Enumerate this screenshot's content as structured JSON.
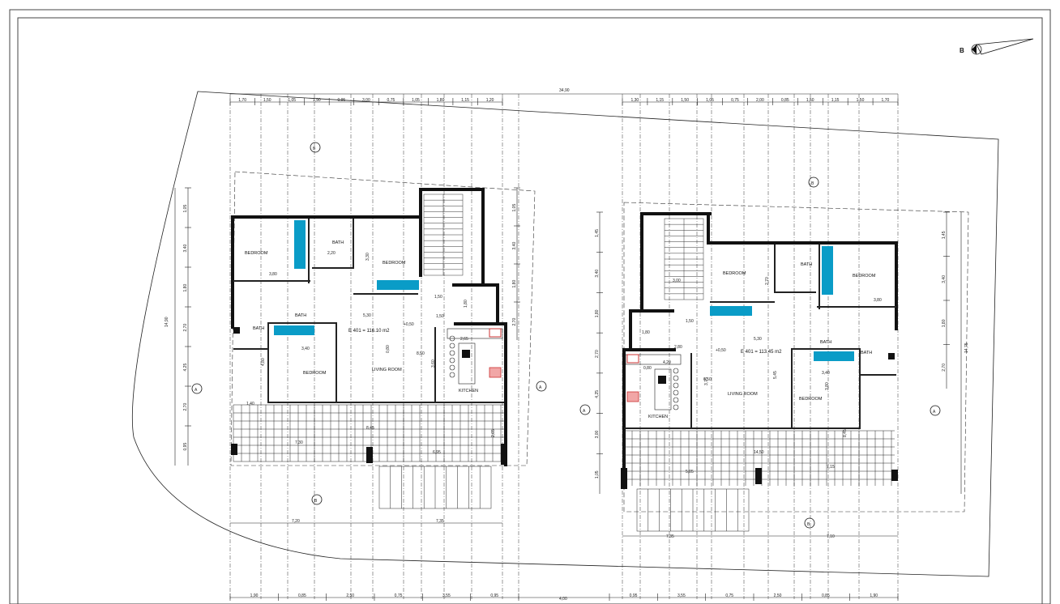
{
  "north_arrow": {
    "letter": "B"
  },
  "top_total_dim": "34,90",
  "plans": {
    "left": {
      "area": "E 401 = 116.10 m2",
      "rooms": {
        "bedroom_1": "BEDROOM",
        "bedroom_2": "BEDROOM",
        "bedroom_3": "BEDROOM",
        "bath_1": "BATH",
        "bath_2": "BATH",
        "bath_3": "BATH",
        "living": "LIVING ROOM",
        "kitchen": "KITCHEN"
      },
      "top_dims": [
        "1,70",
        "1,50",
        "1,05",
        "1,90",
        "0,95",
        "3,00",
        "0,75",
        "1,05",
        "1,80",
        "1,15",
        "1,20"
      ],
      "bottom_dims": [
        "1,90",
        "0,85",
        "2,50",
        "0,75",
        "3,55",
        "0,95"
      ],
      "side_dims": [
        "1,05",
        "3,40",
        "1,80",
        "2,70",
        "4,25",
        "2,70",
        "0,95"
      ],
      "total_side": "14,90",
      "inner_dims": [
        "3,80",
        "3,30",
        "2,20",
        "5,30",
        "1,50",
        "1,50",
        "1,80",
        "2,65",
        "8,50",
        "3,40",
        "4,80",
        "3,60",
        "0,80",
        "1,40",
        "7,30",
        "8,45",
        "6,95",
        "7,20",
        "7,35",
        "2,65"
      ],
      "level": "+0,50",
      "section_a": "A",
      "section_b": "B"
    },
    "right": {
      "area": "E 401 = 113.45 m2",
      "rooms": {
        "bedroom_1": "BEDROOM",
        "bedroom_2": "BEDROOM",
        "bedroom_3": "BEDROOM",
        "bath_1": "BATH",
        "bath_2": "BATH",
        "bath_3": "BATH",
        "living": "LIVING ROOM",
        "kitchen": "KITCHEN"
      },
      "top_dims": [
        "1,30",
        "1,15",
        "1,50",
        "1,05",
        "0,75",
        "2,00",
        "0,85",
        "1,50",
        "1,15",
        "1,50",
        "1,70"
      ],
      "bottom_dims": [
        "0,95",
        "3,55",
        "0,75",
        "2,50",
        "0,85",
        "1,90"
      ],
      "side_dims": [
        "1,45",
        "3,40",
        "1,80",
        "2,70",
        "4,25",
        "3,00",
        "1,05"
      ],
      "total_side": "14,75",
      "inner_dims": [
        "3,00",
        "2,80",
        "3,80",
        "2,70",
        "5,30",
        "1,50",
        "1,80",
        "6,50",
        "5,45",
        "3,40",
        "3,80",
        "4,20",
        "0,80",
        "8,45",
        "7,15",
        "14,50",
        "7,35",
        "7,10",
        "5,05",
        "3,75"
      ],
      "level": "+0,50",
      "section_a": "A",
      "section_b": "B"
    }
  },
  "bottom_total_dim": "4,00"
}
